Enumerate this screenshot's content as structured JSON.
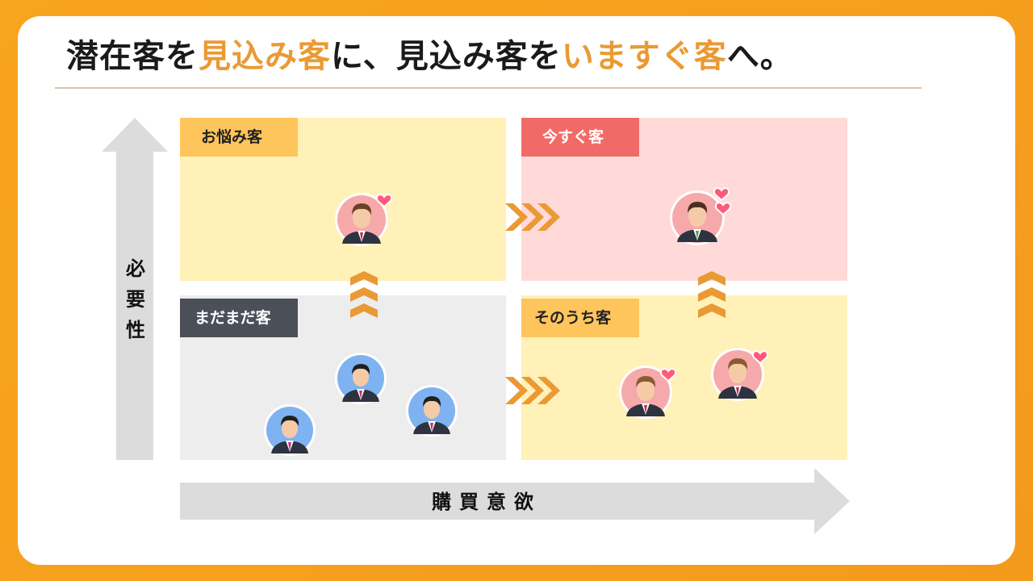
{
  "title": {
    "part1": "潜在客を",
    "part2": "見込み客",
    "part3": "に、見込み客を",
    "part4": "いますぐ客",
    "part5": "へ。"
  },
  "axes": {
    "y_label": "必\n要\n性",
    "x_label": "購買意欲"
  },
  "quadrants": {
    "top_left": "お悩み客",
    "top_right": "今すぐ客",
    "bottom_left": "まだまだ客",
    "bottom_right": "そのうち客"
  },
  "colors": {
    "accent": "#ea9a34",
    "background": "#f7a51c",
    "worry_fill": "#fff1b7",
    "now_fill": "#ffdad8",
    "notyet_fill": "#ededed",
    "someday_fill": "#fff1b7",
    "label_yellow": "#fdc55c",
    "label_red": "#f06b67",
    "label_dark": "#4b4f58"
  },
  "icons": {
    "customer": "person-icon",
    "interest": "heart-icon",
    "progress": "chevron-icon"
  }
}
